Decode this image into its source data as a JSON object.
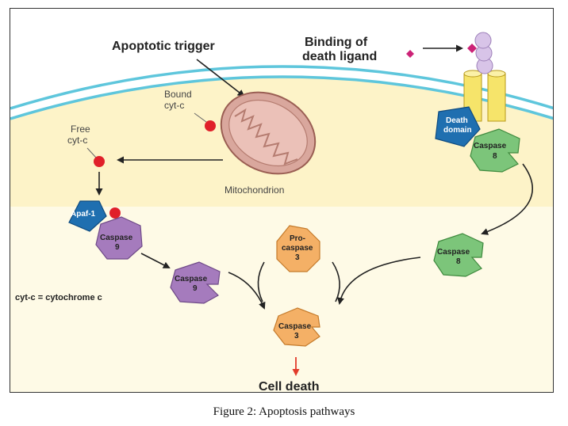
{
  "diagram": {
    "labels": {
      "apoptotic_trigger": "Apoptotic trigger",
      "binding_line1": "Binding of",
      "binding_line2": "death ligand",
      "bound_line1": "Bound",
      "bound_line2": "cyt-c",
      "free_line1": "Free",
      "free_line2": "cyt-c",
      "mitochondrion": "Mitochondrion",
      "death_domain_line1": "Death",
      "death_domain_line2": "domain",
      "caspase8_top_line1": "Caspase",
      "caspase8_top_line2": "8",
      "apaf1": "Apaf-1",
      "caspase9_complex_line1": "Caspase",
      "caspase9_complex_line2": "9",
      "caspase9_line1": "Caspase",
      "caspase9_line2": "9",
      "procaspase_line1": "Pro-",
      "procaspase_line2": "caspase",
      "procaspase_line3": "3",
      "caspase8_right_line1": "Caspase",
      "caspase8_right_line2": "8",
      "caspase3_line1": "Caspase",
      "caspase3_line2": "3",
      "cytc_note": "cyt-c = cytochrome c",
      "cell_death": "Cell death"
    },
    "colors": {
      "membrane": "#5ec6dc",
      "cytoplasm": "#fdf3c8",
      "mito_outer": "#d9a79d",
      "cyt_c": "#e0202a",
      "death_domain": "#1f6fb0",
      "caspase8": "#7cc57a",
      "caspase9": "#a57bbd",
      "caspase3": "#f4b066",
      "ligand": "#cc2277",
      "receptor": "#f6e46a",
      "arrow_to_death": "#e23b2b"
    }
  },
  "caption": "Figure 2: Apoptosis pathways"
}
